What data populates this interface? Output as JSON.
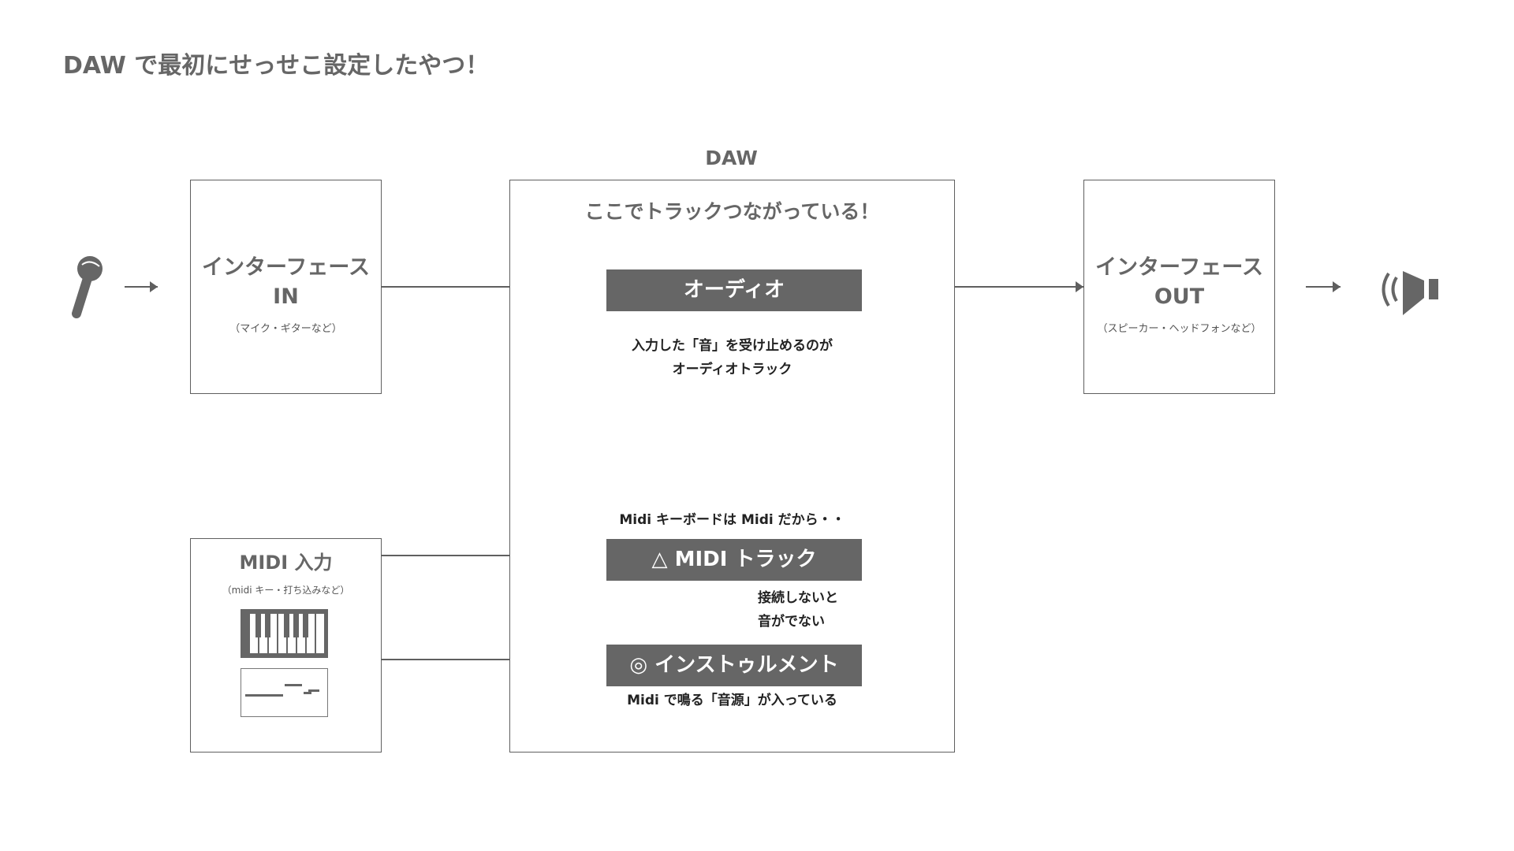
{
  "title": "DAW で最初にせっせこ設定したやつ！",
  "daw_label": "DAW",
  "daw_caption": "ここでトラックつながっている！",
  "interface_in": {
    "line1": "インターフェース",
    "line2": "IN",
    "sub": "（マイク・ギターなど）"
  },
  "interface_out": {
    "line1": "インターフェース",
    "line2": "OUT",
    "sub": "（スピーカー・ヘッドフォンなど）"
  },
  "midi_input": {
    "title": "MIDI 入力",
    "sub": "（midi キー・打ち込みなど）"
  },
  "tracks": {
    "audio": "オーディオ",
    "midi": "△ MIDI トラック",
    "instrument": "◎ インストゥルメント"
  },
  "notes": {
    "audio_line1": "入力した「音」を受け止めるのが",
    "audio_line2": "オーディオトラック",
    "midi_keyboard": "Midi キーボードは Midi だから・・",
    "connect_line1": "接続しないと",
    "connect_line2": "音がでない",
    "instrument": "Midi で鳴る「音源」が入っている"
  },
  "icons": {
    "mic": "microphone-icon",
    "speaker": "speaker-icon",
    "keyboard": "piano-keyboard-icon",
    "piano_roll": "piano-roll-icon",
    "cross": "cross-icon"
  },
  "colors": {
    "line": "#5f5f5f",
    "track_fill": "#666666",
    "text_dark": "#222222"
  }
}
